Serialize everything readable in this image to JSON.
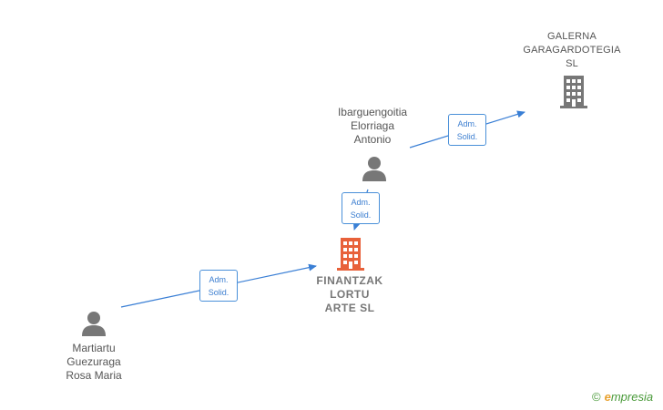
{
  "colors": {
    "edge": "#3a7fd5",
    "person_icon": "#777777",
    "company_icon": "#777777",
    "focus_company_icon": "#e8613a"
  },
  "nodes": {
    "galerna": {
      "lines": [
        "GALERNA",
        "GARAGARDOTEGIA",
        "SL"
      ],
      "icon": "building-icon"
    },
    "ibarguengoitia": {
      "lines": [
        "Ibarguengoitia",
        "Elorriaga",
        "Antonio"
      ],
      "icon": "person-icon"
    },
    "finantzak": {
      "lines": [
        "FINANTZAK",
        "LORTU",
        "ARTE SL"
      ],
      "icon": "building-icon"
    },
    "martiartu": {
      "lines": [
        "Martiartu",
        "Guezuraga",
        "Rosa Maria"
      ],
      "icon": "person-icon"
    }
  },
  "edges": {
    "ibarguengoitia_to_galerna": {
      "lines": [
        "Adm.",
        "Solid."
      ]
    },
    "ibarguengoitia_to_finantzak": {
      "lines": [
        "Adm.",
        "Solid."
      ]
    },
    "martiartu_to_finantzak": {
      "lines": [
        "Adm.",
        "Solid."
      ]
    }
  },
  "watermark": {
    "copyright": "©",
    "brand_initial": "e",
    "brand_rest": "mpresia"
  }
}
